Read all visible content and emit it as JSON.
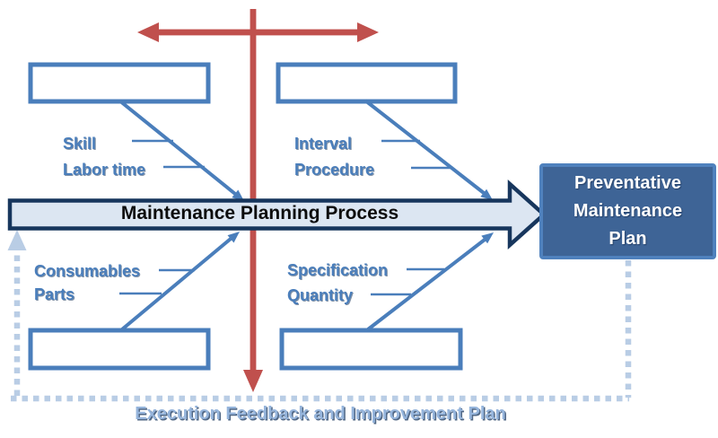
{
  "colors": {
    "background": "#FFFFFF",
    "red": "#C0504D",
    "blue": "#4A7EBB",
    "navy": "#17365D",
    "arrow-fill": "#DCE6F2",
    "box-fill": "#3E6496",
    "box-border": "#4F81BD",
    "dash": "#B9CDE5",
    "caption": "#96B5DC",
    "process-text": "#0D0D0D"
  },
  "process_arrow": {
    "label": "Maintenance Planning Process"
  },
  "result_box": {
    "lines": [
      "Preventative",
      "Maintenance",
      "Plan"
    ]
  },
  "feedback_loop": {
    "label": "Execution Feedback and Improvement Plan"
  },
  "categories": {
    "top_left": {
      "items": [
        "Skill",
        "Labor time"
      ]
    },
    "top_right": {
      "items": [
        "Interval",
        "Procedure"
      ]
    },
    "bottom_left": {
      "items": [
        "Consumables",
        "Parts"
      ]
    },
    "bottom_right": {
      "items": [
        "Specification",
        "Quantity"
      ]
    }
  }
}
